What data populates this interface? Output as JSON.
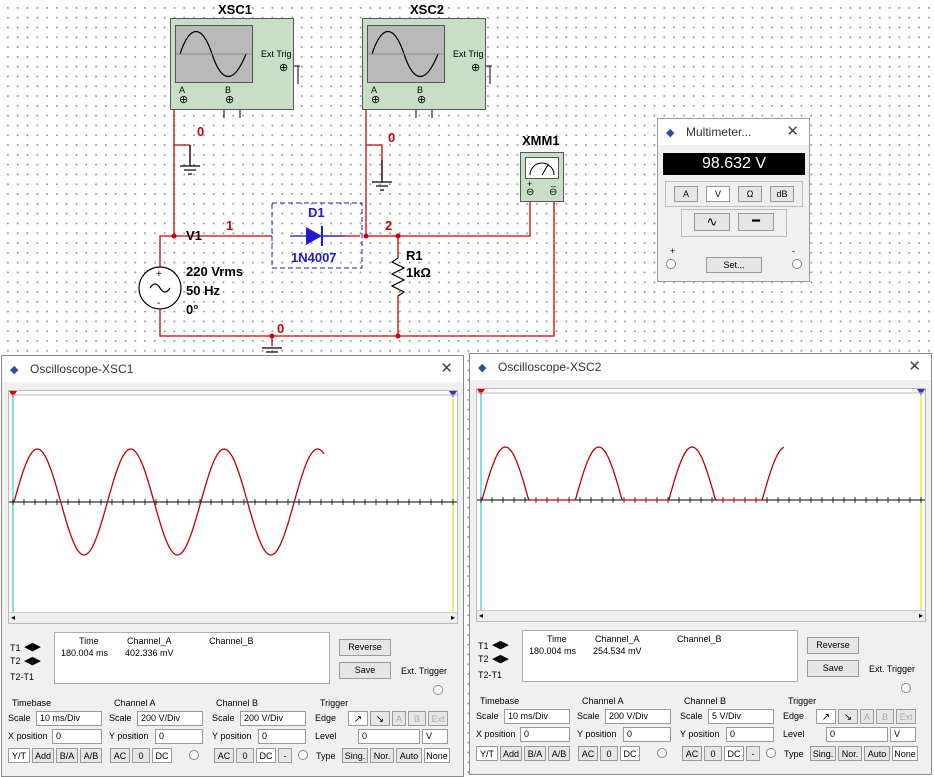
{
  "schematic": {
    "xsc1_label": "XSC1",
    "xsc2_label": "XSC2",
    "xmm1_label": "XMM1",
    "ext_trig": "Ext Trig",
    "pin_a": "A",
    "pin_b": "B",
    "plus": "+",
    "minus": "_",
    "net0_a": "0",
    "net0_b": "0",
    "net0_c": "0",
    "net1": "1",
    "net2": "2",
    "v1": "V1",
    "v1_vrms": "220 Vrms",
    "v1_freq": "50 Hz",
    "v1_phase": "0°",
    "d1": "D1",
    "d1_model": "1N4007",
    "r1": "R1",
    "r1_value": "1kΩ"
  },
  "multimeter": {
    "title": "Multimeter...",
    "reading": "98.632 V",
    "modes": [
      "A",
      "V",
      "Ω",
      "dB"
    ],
    "plus": "+",
    "minus": "-",
    "set_label": "Set..."
  },
  "scope1": {
    "title": "Oscilloscope-XSC1",
    "headers": [
      "Time",
      "Channel_A",
      "Channel_B"
    ],
    "t1": "T1",
    "t2": "T2",
    "t2t1": "T2-T1",
    "time": "180.004 ms",
    "cha": "402.336 mV",
    "chb": "",
    "reverse": "Reverse",
    "save": "Save",
    "ext_trigger": "Ext. Trigger",
    "timebase_label": "Timebase",
    "scale_label": "Scale",
    "timebase_scale": "10 ms/Div",
    "xpos_label": "X position",
    "xpos": "0",
    "cha_label": "Channel A",
    "cha_scale": "200  V/Div",
    "ypos_label": "Y position",
    "cha_ypos": "0",
    "chb_label": "Channel B",
    "chb_scale": "200  V/Div",
    "chb_ypos": "0",
    "trigger_label": "Trigger",
    "edge_label": "Edge",
    "level_label": "Level",
    "level": "0",
    "level_unit": "V",
    "btn_yt": "Y/T",
    "btn_add": "Add",
    "btn_ba": "B/A",
    "btn_ab": "A/B",
    "ac": "AC",
    "zero": "0",
    "dc": "DC",
    "dash": "-",
    "type_label": "Type",
    "sing": "Sing.",
    "nor": "Nor.",
    "auto": "Auto",
    "none": "None",
    "trig_a": "A",
    "trig_b": "B",
    "trig_ext": "Ext"
  },
  "scope2": {
    "title": "Oscilloscope-XSC2",
    "headers": [
      "Time",
      "Channel_A",
      "Channel_B"
    ],
    "t1": "T1",
    "t2": "T2",
    "t2t1": "T2-T1",
    "time": "180.004 ms",
    "cha": "254.534 mV",
    "chb": "",
    "reverse": "Reverse",
    "save": "Save",
    "ext_trigger": "Ext. Trigger",
    "timebase_label": "Timebase",
    "scale_label": "Scale",
    "timebase_scale": "10 ms/Div",
    "xpos_label": "X position",
    "xpos": "0",
    "cha_label": "Channel A",
    "cha_scale": "200  V/Div",
    "ypos_label": "Y position",
    "cha_ypos": "0",
    "chb_label": "Channel B",
    "chb_scale": "5  V/Div",
    "chb_ypos": "0",
    "trigger_label": "Trigger",
    "edge_label": "Edge",
    "level_label": "Level",
    "level": "0",
    "level_unit": "V",
    "btn_yt": "Y/T",
    "btn_add": "Add",
    "btn_ba": "B/A",
    "btn_ab": "A/B",
    "ac": "AC",
    "zero": "0",
    "dc": "DC",
    "dash": "-",
    "type_label": "Type",
    "sing": "Sing.",
    "nor": "Nor.",
    "auto": "Auto",
    "none": "None",
    "trig_a": "A",
    "trig_b": "B",
    "trig_ext": "Ext"
  },
  "colors": {
    "wire": "#d00000",
    "component": "#1c1cd0",
    "trace": "#c00000",
    "instrument": "#c7dfc4"
  }
}
